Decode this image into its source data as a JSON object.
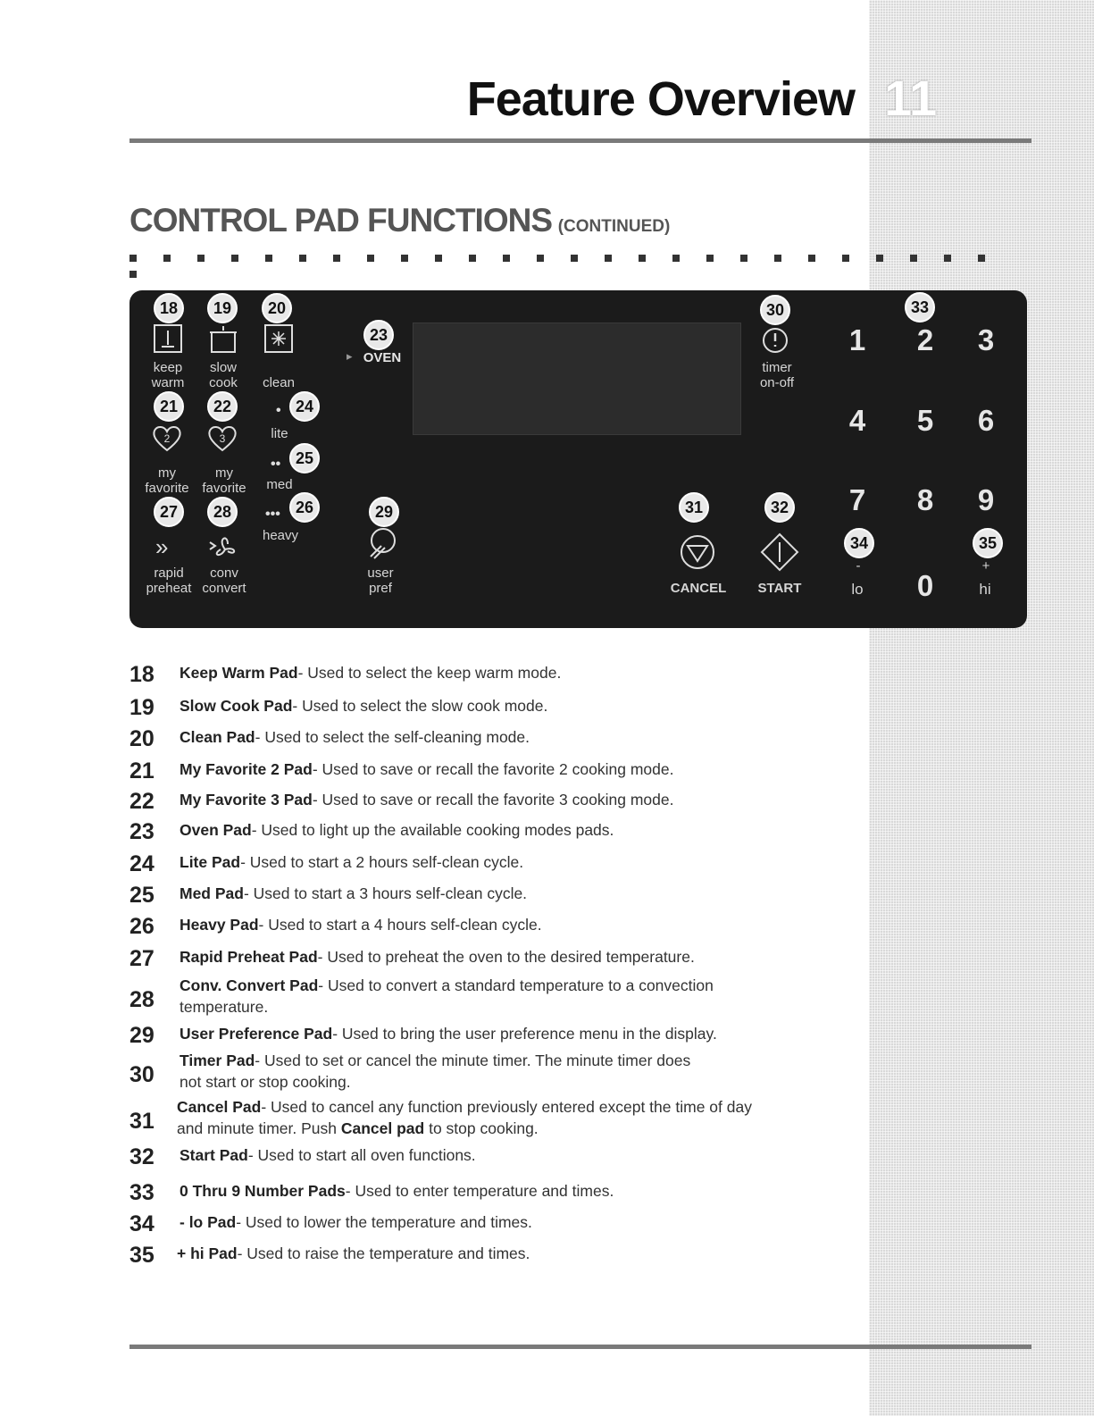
{
  "page": {
    "title": "Feature Overview",
    "chapter": "11",
    "section_main": "CONTROL PAD FUNCTIONS",
    "section_sub": "(CONTINUED)"
  },
  "panel": {
    "badges": [
      "18",
      "19",
      "20",
      "21",
      "22",
      "23",
      "24",
      "25",
      "26",
      "27",
      "28",
      "29",
      "30",
      "31",
      "32",
      "33",
      "34",
      "35"
    ],
    "labels": {
      "keep_warm": [
        "keep",
        "warm"
      ],
      "slow_cook": [
        "slow",
        "cook"
      ],
      "clean": "clean",
      "my_fav_2": [
        "my",
        "favorite"
      ],
      "my_fav_3": [
        "my",
        "favorite"
      ],
      "fav_2_num": "2",
      "fav_3_num": "3",
      "lite": "lite",
      "med": "med",
      "heavy": "heavy",
      "rapid_preheat": [
        "rapid",
        "preheat"
      ],
      "conv_convert": [
        "conv",
        "convert"
      ],
      "user_pref": [
        "user",
        "pref"
      ],
      "oven": "OVEN",
      "timer": [
        "timer",
        "on-off"
      ],
      "cancel": "CANCEL",
      "start": "START",
      "lo": "lo",
      "hi": "hi",
      "minus": "-",
      "plus": "+"
    },
    "numbers": [
      "1",
      "2",
      "3",
      "4",
      "5",
      "6",
      "7",
      "8",
      "9",
      "0"
    ]
  },
  "items": [
    {
      "num": "18",
      "name": "Keep Warm Pad",
      "desc": "- Used to select the keep warm mode."
    },
    {
      "num": "19",
      "name": "Slow Cook Pad",
      "desc": "- Used to select the slow cook mode."
    },
    {
      "num": "20",
      "name": "Clean Pad",
      "desc": "- Used to select the self-cleaning mode."
    },
    {
      "num": "21",
      "name": "My Favorite 2 Pad",
      "desc": "- Used to save or recall the favorite 2 cooking mode."
    },
    {
      "num": "22",
      "name": "My Favorite 3 Pad",
      "desc": "- Used to save or recall the favorite 3 cooking mode."
    },
    {
      "num": "23",
      "name": "Oven Pad",
      "desc": "- Used to light up the available cooking modes pads."
    },
    {
      "num": "24",
      "name": "Lite Pad",
      "desc": "- Used to start a 2 hours self-clean cycle."
    },
    {
      "num": "25",
      "name": "Med Pad",
      "desc": "- Used to start a 3 hours self-clean cycle."
    },
    {
      "num": "26",
      "name": "Heavy Pad",
      "desc": "- Used to start a 4 hours self-clean cycle."
    },
    {
      "num": "27",
      "name": "Rapid Preheat Pad",
      "desc": "- Used to preheat the oven to the desired temperature."
    },
    {
      "num": "28",
      "name": "Conv. Convert Pad",
      "desc": "- Used to convert a standard temperature to a convection",
      "desc2": "temperature."
    },
    {
      "num": "29",
      "name": "User Preference Pad",
      "desc": "- Used to bring the user preference menu in the display."
    },
    {
      "num": "30",
      "name": "Timer Pad",
      "desc": "- Used to set or cancel the minute timer. The minute timer does",
      "desc2": "not start or stop cooking."
    },
    {
      "num": "31",
      "name": "Cancel Pad",
      "desc": "- Used to cancel any function previously entered except the time of day",
      "desc2a": "and minute timer. Push ",
      "desc2b": "Cancel pad",
      "desc2c": " to stop cooking."
    },
    {
      "num": "32",
      "name": "Start Pad",
      "desc": "- Used to start all oven functions."
    },
    {
      "num": "33",
      "name": "0 Thru 9 Number Pads",
      "desc": "- Used to enter temperature and times."
    },
    {
      "num": "34",
      "name": "- lo Pad",
      "desc": "- Used to lower the temperature and times."
    },
    {
      "num": "35",
      "name": "+ hi Pad",
      "desc": "- Used to raise the temperature and times."
    }
  ]
}
